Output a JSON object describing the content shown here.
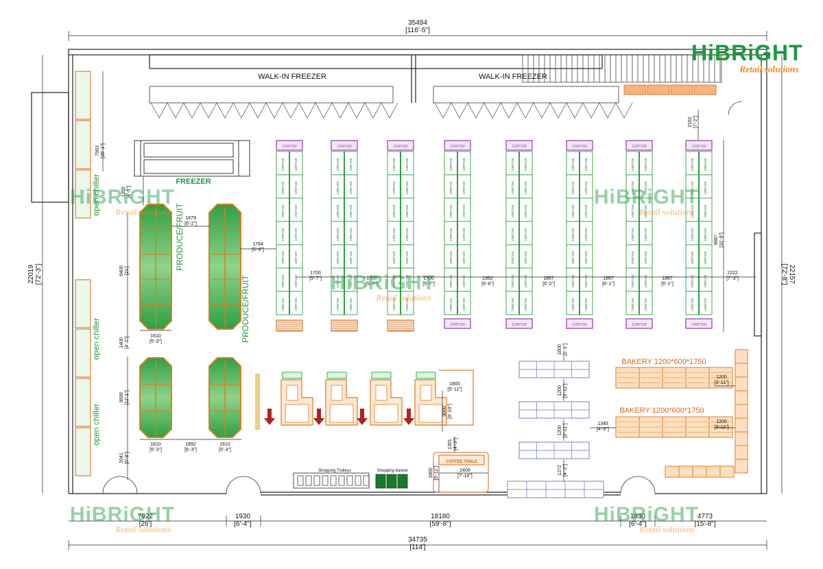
{
  "brand": {
    "name": "HiBRiGHT",
    "tagline": "Retail solutions",
    "colors": {
      "green": "#1a9a3c",
      "orange": "#f08a2a"
    }
  },
  "labels": {
    "walk_in_freezer_1": "WALK-IN FREEZER",
    "walk_in_freezer_2": "WALK-IN FREEZER",
    "freezer": "FREEZER",
    "produce_1": "PRODUCE/FRUIT",
    "produce_2": "PRODUCE/FRUIT",
    "open_chiller_1": "open chiller",
    "open_chiller_2": "open chiller",
    "open_chiller_3": "open chiller",
    "bakery_1": "BAKERY 1200*600*1750",
    "bakery_2": "BAKERY 1200*600*1750",
    "coffee_table": "COFFEE TABLE",
    "shopping_trolleys": "Shopping Trolleys",
    "shopping_basket": "Shopping basket"
  },
  "dimensions": {
    "top_total": {
      "mm": "35494",
      "ft": "[116'-5\"]"
    },
    "bottom_total": {
      "mm": "34735",
      "ft": "[114']"
    },
    "left_total": {
      "mm": "22019",
      "ft": "[72'-3\"]"
    },
    "right_total": {
      "mm": "22157",
      "ft": "[72'-8\"]"
    },
    "chiller_len": {
      "mm": "7953",
      "ft": "[26'-1\"]"
    },
    "right_aisle_top": {
      "mm": "2192",
      "ft": "[7'-2\"]"
    },
    "shelf_run": {
      "mm": "9687",
      "ft": "[31'-9\"]"
    },
    "freezer_gap": {
      "mm": "1355",
      "ft": "[4'-5\"]"
    },
    "produce_gap": {
      "mm": "1879",
      "ft": "[6'-2\"]"
    },
    "produce_to_shelf": {
      "mm": "1764",
      "ft": "[5'-9\"]"
    },
    "produce_len": {
      "mm": "6400",
      "ft": "[21']"
    },
    "produce_w1": {
      "mm": "1610",
      "ft": "[5'-3\"]"
    },
    "produce_space": {
      "mm": "1400",
      "ft": "[4'-7\"]"
    },
    "produce2_len": {
      "mm": "3699",
      "ft": "[12'-1\"]"
    },
    "produce_w2": {
      "mm": "1610",
      "ft": "[5'-3\"]"
    },
    "produce_gap2": {
      "mm": "1892",
      "ft": "[6'-3\"]"
    },
    "produce_w3": {
      "mm": "1610",
      "ft": "[5'-3\"]"
    },
    "entry_gap": {
      "mm": "2041",
      "ft": "[6'-8\"]"
    },
    "aisle_1": {
      "mm": "1700",
      "ft": "[5'-7\"]"
    },
    "aisle_2": {
      "mm": "1700",
      "ft": "[5'-7\"]"
    },
    "aisle_3": {
      "mm": "1700",
      "ft": "[5'-7\"]"
    },
    "aisle_4": {
      "mm": "1982",
      "ft": "[6'-6\"]"
    },
    "aisle_5": {
      "mm": "1867",
      "ft": "[6'-2\"]"
    },
    "aisle_6": {
      "mm": "1867",
      "ft": "[6'-1\"]"
    },
    "aisle_7": {
      "mm": "1867",
      "ft": "[6'-1\"]"
    },
    "aisle_right": {
      "mm": "2222",
      "ft": "[7'-3\"]"
    },
    "checkout_w": {
      "mm": "1800",
      "ft": "[5'-11\"]"
    },
    "checkout_len": {
      "mm": "3000",
      "ft": "[9'-10\"]"
    },
    "checkout_gap": {
      "mm": "1301",
      "ft": "[4'-3\"]"
    },
    "coffee_len": {
      "mm": "2400",
      "ft": "[7'-10\"]"
    },
    "coffee_depth": {
      "mm": "1800",
      "ft": "[5'-11\"]"
    },
    "gondola_gap_top": {
      "mm": "1600",
      "ft": "[5'-3\"]"
    },
    "gondola_gap_1": {
      "mm": "1200",
      "ft": "[3'-11\"]"
    },
    "gondola_gap_2": {
      "mm": "1200",
      "ft": "[3'-11\"]"
    },
    "gondola_gap_3": {
      "mm": "1272",
      "ft": "[4'-2\"]"
    },
    "bakery_gap": {
      "mm": "1345",
      "ft": "[4'-5\"]"
    },
    "bakery_right_1": {
      "mm": "1200",
      "ft": "[3'-11\"]"
    },
    "bakery_right_2": {
      "mm": "1200",
      "ft": "[3'-11\"]"
    },
    "bottom_left": {
      "mm": "7922",
      "ft": "[26']"
    },
    "door_1": {
      "mm": "1930",
      "ft": "[6'-4\"]"
    },
    "bottom_mid": {
      "mm": "18180",
      "ft": "[59'-8\"]"
    },
    "door_2": {
      "mm": "1930",
      "ft": "[6'-4\"]"
    },
    "bottom_right": {
      "mm": "4773",
      "ft": "[15'-8\"]"
    }
  },
  "shelf_label": "1200*150",
  "end_label": "1200*150"
}
